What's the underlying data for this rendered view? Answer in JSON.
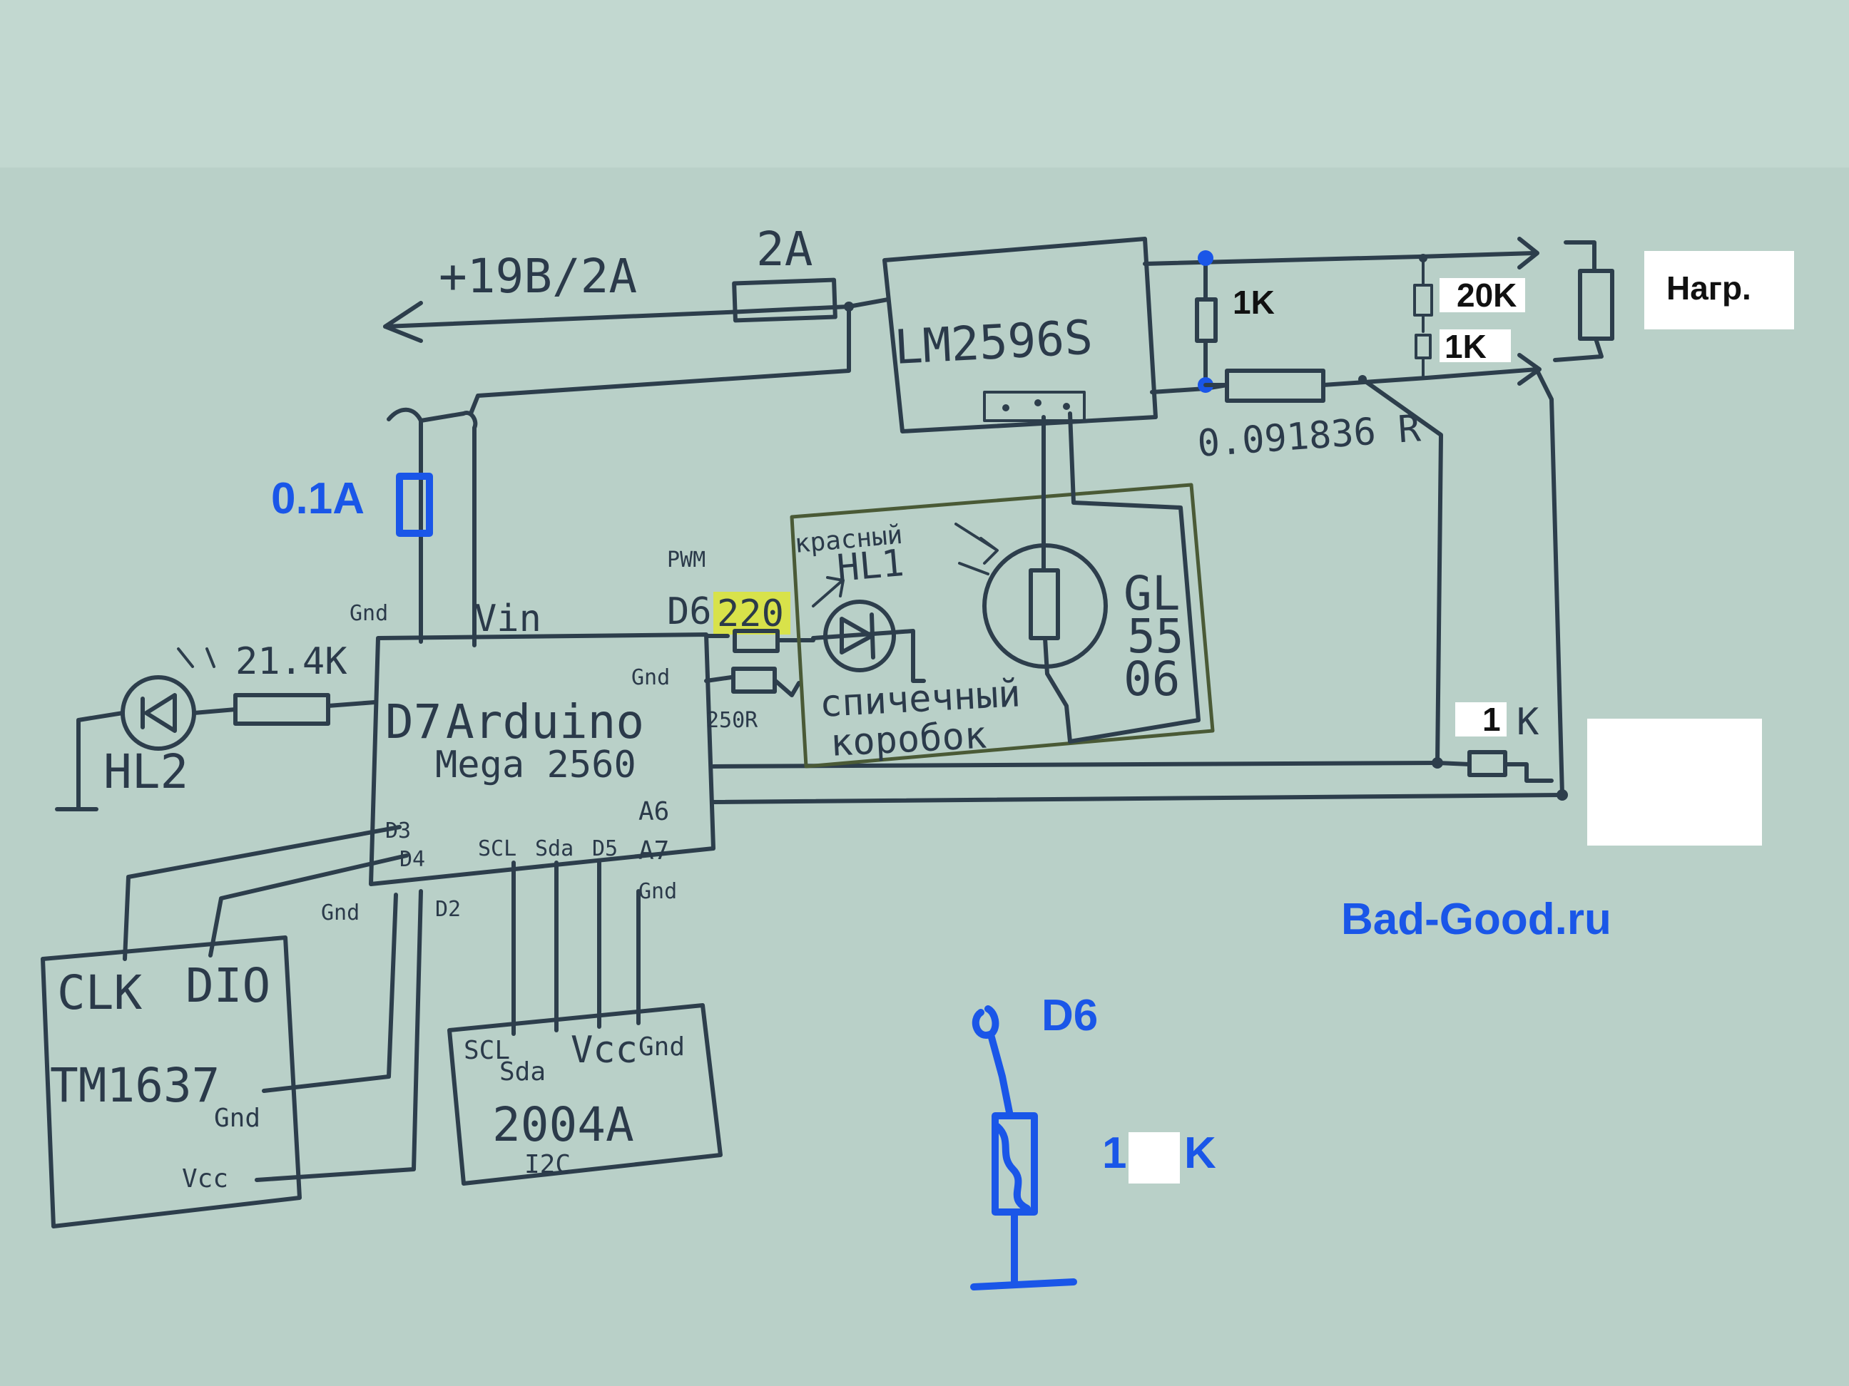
{
  "labels": {
    "supply": "+19В/2А",
    "fuse_main": "2А",
    "regulator": "LM2596S",
    "shunt": "0.091836 R",
    "fuse_arduino": "0.1A",
    "pin_gnd_top": "Gnd",
    "pin_vin": "Vin",
    "pwm": "PWM",
    "pin_d6": "D6",
    "r_220": "220",
    "led_red": "красный",
    "led_hl1": "HL1",
    "photoresistor_gl": "GL",
    "photoresistor_55": "55",
    "photoresistor_06": "06",
    "matchbox_1": "спичечный",
    "matchbox_2": "коробок",
    "pin_gnd_mid": "Gnd",
    "r_250": "250R",
    "r_21k": "21.4K",
    "led_hl2": "HL2",
    "pin_d7": "D7",
    "arduino_1": "Arduino",
    "arduino_2": "Mega 2560",
    "pin_a6": "A6",
    "pin_a7": "A7",
    "pin_d3": "D3",
    "pin_d4": "D4",
    "pin_scl": "SCL",
    "pin_sda": "Sda",
    "pin_d5": "D5",
    "pin_gnd_right": "Gnd",
    "pin_gnd_left": "Gnd",
    "pin_d2": "D2",
    "tm_clk": "CLK",
    "tm_dio": "DIO",
    "tm_name": "TM1637",
    "tm_gnd": "Gnd",
    "tm_vcc": "Vcc",
    "lcd_scl": "SCL",
    "lcd_sda": "Sda",
    "lcd_vcc": "Vcc",
    "lcd_gnd": "Gnd",
    "lcd_name": "2004A",
    "lcd_bus": "I2C",
    "r_1k_top": "1K",
    "r_20k": "20K",
    "r_1k_mid": "1K",
    "r_1k_low_1": "1",
    "r_1k_low_2": "K",
    "load": "Нагр.",
    "site": "Bad-Good.ru",
    "inset_pin": "D6",
    "inset_r_1": "1",
    "inset_r_2": "K"
  },
  "colors": {
    "paper": "#b9d0c8",
    "ink": "#2d3e4c",
    "annotation_blue": "#1a56e8",
    "highlight": "#d8e24a"
  }
}
